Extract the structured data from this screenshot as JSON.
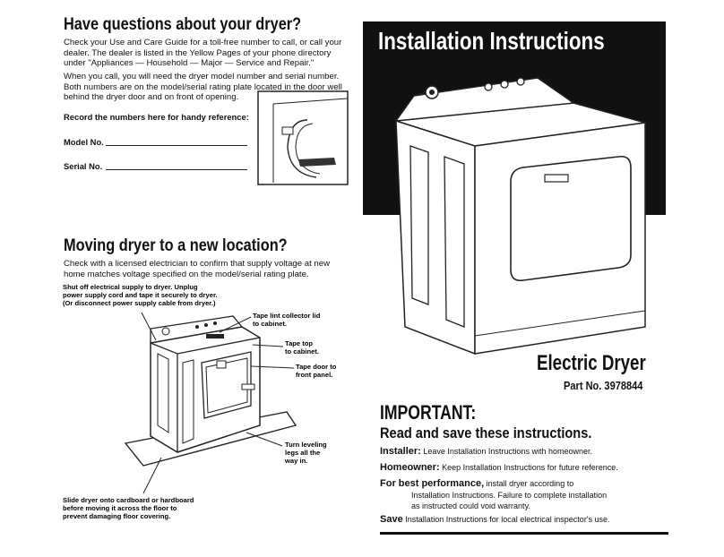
{
  "questions": {
    "title": "Have questions about your dryer?",
    "body1": "Check your Use and Care Guide for a toll-free number to call, or call your dealer. The dealer is listed in the Yellow Pages of your phone directory under \"Appliances — Household — Major — Service and Repair.\"",
    "body2": "When you call, you will need the dryer model number and serial number. Both numbers are on the model/serial rating plate located in the door well behind the dryer door and on front of opening.",
    "record_label": "Record the numbers here for handy reference:",
    "model_label": "Model No.",
    "serial_label": "Serial No."
  },
  "moving": {
    "title": "Moving dryer to a new location?",
    "body": "Check with a licensed electrician to confirm that supply voltage at new home matches voltage specified on the model/serial rating plate.",
    "label_shutoff_1": "Shut off electrical supply to dryer. Unplug",
    "label_shutoff_2": "power supply cord and tape it securely to dryer.",
    "label_shutoff_3": "(Or disconnect power supply cable from dryer.)",
    "label_lint_1": "Tape lint collector lid",
    "label_lint_2": "to cabinet.",
    "label_top_1": "Tape top",
    "label_top_2": "to cabinet.",
    "label_door_1": "Tape door to",
    "label_door_2": "front panel.",
    "label_legs_1": "Turn leveling",
    "label_legs_2": "legs all the",
    "label_legs_3": "way in.",
    "label_slide_1": "Slide dryer onto cardboard or hardboard",
    "label_slide_2": "before moving it across the floor to",
    "label_slide_3": "prevent damaging floor covering."
  },
  "banner": {
    "title": "Installation Instructions"
  },
  "product": {
    "title": "Electric Dryer",
    "part_no": "Part No. 3978844"
  },
  "important": {
    "title": "IMPORTANT:",
    "subtitle": "Read and save these instructions.",
    "installer_label": "Installer:",
    "installer_text": "Leave Installation Instructions with homeowner.",
    "homeowner_label": "Homeowner:",
    "homeowner_text": "Keep Installation Instructions for future reference.",
    "perf_label": "For best performance,",
    "perf_text_1": "install dryer according to",
    "perf_text_2": "Installation Instructions. Failure to complete installation",
    "perf_text_3": "as instructed could void warranty.",
    "save_label": "Save",
    "save_text": "Installation Instructions for local electrical inspector's use."
  }
}
